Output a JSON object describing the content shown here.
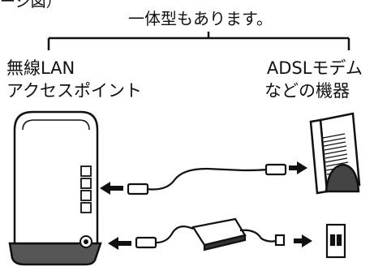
{
  "top_fragment": "ージ図）",
  "integrated_note": "一体型もあります。",
  "access_point_label": [
    "無線LAN",
    "アクセスポイント"
  ],
  "modem_label": [
    "ADSLモデム",
    "などの機器"
  ],
  "icons": [
    "wireless-lan-access-point-icon",
    "adsl-modem-icon",
    "lan-cable-icon",
    "ac-adapter-icon",
    "wall-outlet-icon",
    "arrow-icon"
  ],
  "colors": {
    "line": "#111111",
    "fill": "#ffffff",
    "base": "#555555"
  }
}
